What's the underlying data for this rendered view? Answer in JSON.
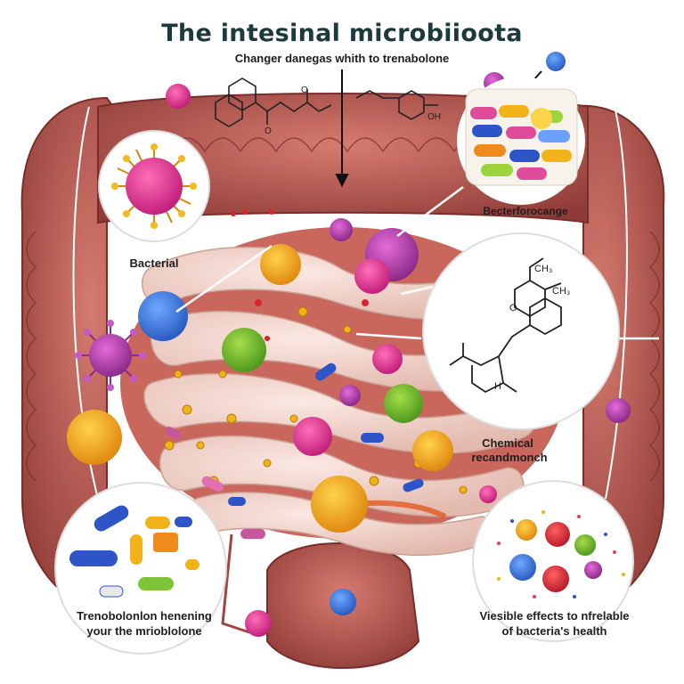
{
  "title": "The intesinal microbiioota",
  "subtitle": "Changer danegas whith to trenabolone",
  "labels": {
    "bacterial": "Bacterial",
    "top_right": "Becterforocange",
    "chemical_line1": "Chemical",
    "chemical_line2": "recandmonch",
    "bottom_left_line1": "Trenobolonlon henening",
    "bottom_left_line2": "your the mrioblolone",
    "bottom_right_line1": "Viesible effects to nfrelable",
    "bottom_right_line2": "of bacteria's health"
  },
  "molecule_labels": {
    "ch3_top": "CH₃",
    "ch3_mid": "CH₃",
    "o": "O",
    "h": "H"
  },
  "colors": {
    "colon_wall": "#b85a52",
    "colon_dark": "#8e3a36",
    "small_intestine": "#f3d9d2",
    "title": "#1d3a3a"
  }
}
